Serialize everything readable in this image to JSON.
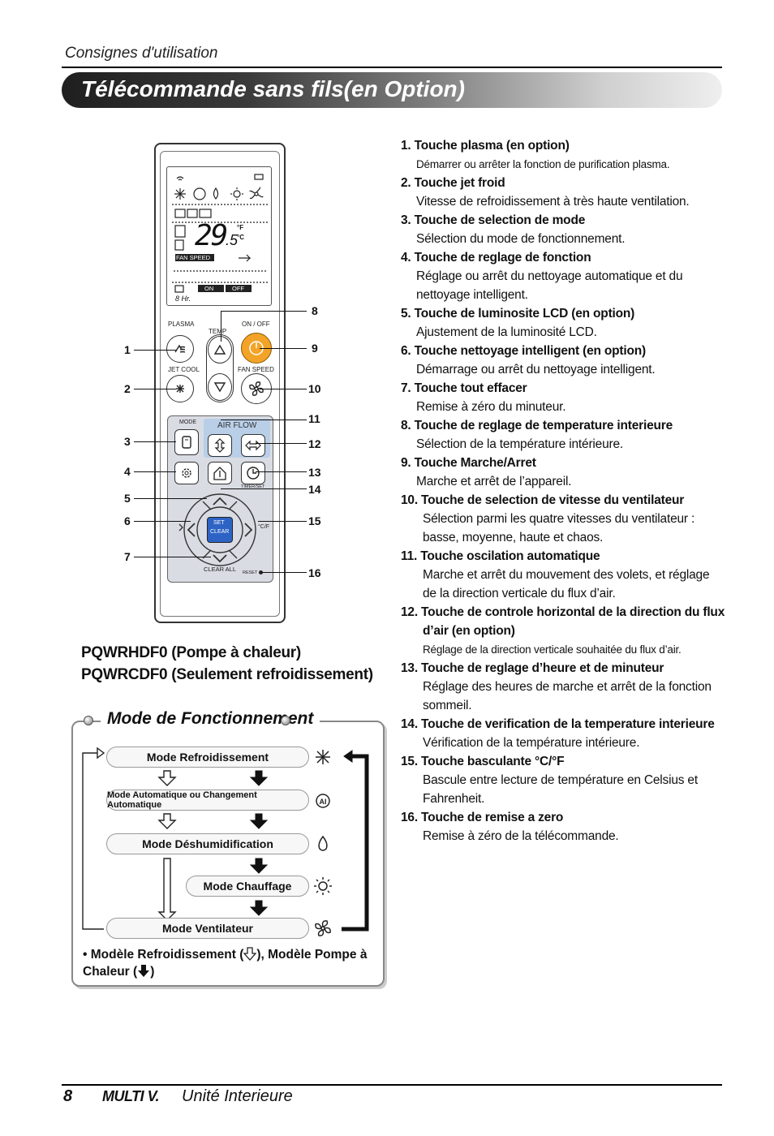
{
  "header": {
    "section": "Consignes d'utilisation",
    "title": "Télécommande sans fils(en Option)"
  },
  "remote": {
    "lcd_temp": "29",
    "lcd_temp_decimal": ".5",
    "lcd_unit_f": "°F",
    "lcd_unit_c": "°C",
    "lcd_fan_speed": "FAN SPEED",
    "lcd_on": "ON",
    "lcd_off": "OFF",
    "lcd_hr": "8 Hr.",
    "labels": {
      "plasma": "PLASMA",
      "temp": "TEMP",
      "onoff": "ON / OFF",
      "jetcool": "JET COOL",
      "fanspeed": "FAN SPEED",
      "mode": "MODE",
      "airflow": "AIR FLOW",
      "timer": "TIMER/SET",
      "set": "SET",
      "clear": "CLEAR",
      "clearall": "CLEAR ALL",
      "reset": "RESET"
    },
    "callouts_left": [
      "1",
      "2",
      "3",
      "4",
      "5",
      "6",
      "7"
    ],
    "callouts_right": [
      "8",
      "9",
      "10",
      "11",
      "12",
      "13",
      "14",
      "15",
      "16"
    ]
  },
  "models": {
    "line1": "PQWRHDF0 (Pompe à chaleur)",
    "line2": "PQWRCDF0 (Seulement refroidissement)"
  },
  "modes": {
    "title": "Mode de Fonctionnement",
    "items": [
      {
        "label": "Mode Refroidissement",
        "icon": "snowflake-icon"
      },
      {
        "label": "Mode Automatique ou Changement Automatique",
        "icon": "ai-icon"
      },
      {
        "label": "Mode Déshumidification",
        "icon": "drop-icon"
      },
      {
        "label": "Mode Chauffage",
        "icon": "sun-icon"
      },
      {
        "label": "Mode Ventilateur",
        "icon": "fan-icon"
      }
    ],
    "note_a": "• Modèle Refroidissement (",
    "note_b": "), Modèle Pompe à Chaleur (",
    "note_c": ")"
  },
  "items": [
    {
      "title": "1. Touche plasma (en option)",
      "desc": "Démarrer ou arrêter la fonction de purification plasma."
    },
    {
      "title": "2. Touche jet froid",
      "desc": "Vitesse de refroidissement à très haute ventilation."
    },
    {
      "title": "3. Touche de selection de mode",
      "desc": "Sélection du mode de fonctionnement."
    },
    {
      "title": "4. Touche de reglage de fonction",
      "desc": "Réglage ou arrêt du nettoyage automatique et du nettoyage intelligent."
    },
    {
      "title": "5. Touche de luminosite LCD (en option)",
      "desc": "Ajustement de la luminosité LCD."
    },
    {
      "title": "6. Touche nettoyage intelligent (en option)",
      "desc": "Démarrage ou arrêt du nettoyage intelligent."
    },
    {
      "title": "7. Touche tout effacer",
      "desc": "Remise à zéro du minuteur."
    },
    {
      "title": "8. Touche de reglage de temperature interieure",
      "desc": "Sélection de la température intérieure."
    },
    {
      "title": "9. Touche Marche/Arret",
      "desc": "Marche et arrêt de l’appareil."
    },
    {
      "title": "10. Touche de selection de vitesse du ventilateur",
      "desc": "Sélection parmi les quatre vitesses du ventilateur : basse, moyenne, haute et chaos."
    },
    {
      "title": "11. Touche oscilation automatique",
      "desc": "Marche et arrêt du mouvement des volets, et réglage de la direction verticale du flux d’air."
    },
    {
      "title": "12. Touche de controle horizontal de la direction du flux d’air (en option)",
      "desc": "Réglage de la direction verticale souhaitée du flux d’air."
    },
    {
      "title": "13. Touche de reglage d’heure et de minuteur",
      "desc": "Réglage des heures de marche et arrêt de la fonction sommeil."
    },
    {
      "title": "14. Touche de verification de la temperature interieure",
      "desc": "Vérification de la température intérieure."
    },
    {
      "title": "15. Touche basculante °C/°F",
      "desc": "Bascule entre lecture de température en Celsius et Fahrenheit."
    },
    {
      "title": "16. Touche de remise a zero",
      "desc": "Remise à zéro de la télécommande."
    }
  ],
  "footer": {
    "page": "8",
    "brand": "MULTI V.",
    "subtitle": "Unité Interieure"
  }
}
